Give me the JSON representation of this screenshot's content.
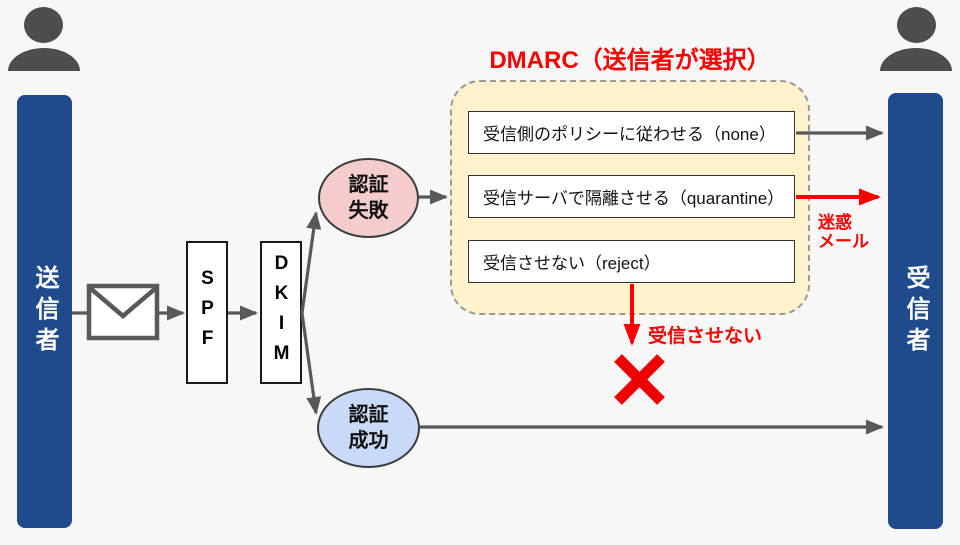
{
  "title": "DMARC（送信者が選択）",
  "sender": {
    "label": "送信者"
  },
  "receiver": {
    "label": "受信者"
  },
  "pipeline": {
    "spf_label": "SPF",
    "dkim_label": "DKIM"
  },
  "results": {
    "fail": "認証\n失敗",
    "success": "認証\n成功"
  },
  "policies": [
    "受信側のポリシーに従わせる（none）",
    "受信サーバで隔離させる（quarantine）",
    "受信させない（reject）"
  ],
  "annotations": {
    "spam": "迷惑\nメール",
    "rejected": "受信させない"
  },
  "colors": {
    "actor_bar_blue": "#1f4a8c",
    "fail_pink": "#f4cccc",
    "success_blue": "#c9daf8",
    "dmarc_yellow": "#fff2cc",
    "alert_red": "#fb0000",
    "arrow_gray": "#595959",
    "person_gray": "#4d4d4d",
    "background": "#f7f7f7"
  }
}
